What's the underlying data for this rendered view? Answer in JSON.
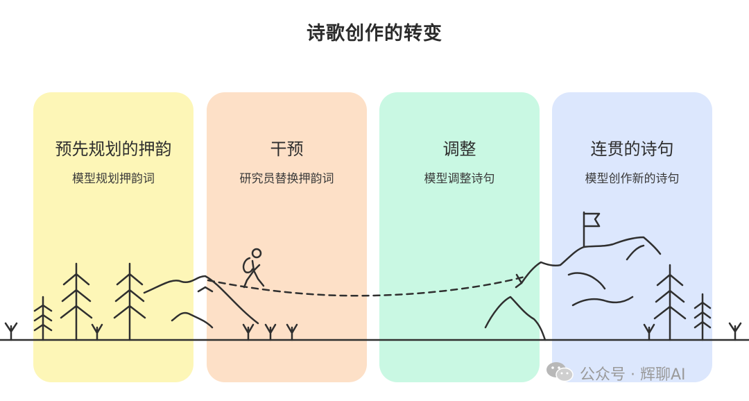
{
  "title": "诗歌创作的转变",
  "cards": [
    {
      "title": "预先规划的押韵",
      "subtitle": "模型规划押韵词",
      "color": "#fdf6b7"
    },
    {
      "title": "干预",
      "subtitle": "研究员替换押韵词",
      "color": "#fde0c7"
    },
    {
      "title": "调整",
      "subtitle": "模型调整诗句",
      "color": "#c9f8e3"
    },
    {
      "title": "连贯的诗句",
      "subtitle": "模型创作新的诗句",
      "color": "#dce7fd"
    }
  ],
  "watermark": {
    "text": "公众号 · 辉聊AI",
    "icon": "wechat-icon"
  },
  "icons": [
    "hiker-icon",
    "flag-icon",
    "pine-tree-icon",
    "grass-icon",
    "mountain-icon"
  ],
  "colors": {
    "line": "#2f2f2f",
    "text": "#2b2b2b"
  }
}
